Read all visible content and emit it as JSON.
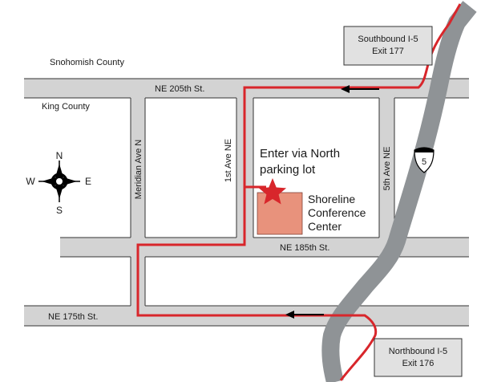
{
  "regions": {
    "north_county": "Snohomish County",
    "south_county": "King County"
  },
  "streets": {
    "ne_205th": "NE 205th St.",
    "ne_185th": "NE 185th St.",
    "ne_175th": "NE 175th St.",
    "meridian": "Meridian Ave N",
    "first_ave": "1st Ave NE",
    "fifth_ave": "5th Ave NE"
  },
  "freeway": {
    "shield_number": "5",
    "southbound": {
      "line1": "Southbound I-5",
      "line2": "Exit 177"
    },
    "northbound": {
      "line1": "Northbound I-5",
      "line2": "Exit 176"
    }
  },
  "destination": {
    "name_line1": "Shoreline",
    "name_line2": "Conference",
    "name_line3": "Center",
    "callout_line1": "Enter via North",
    "callout_line2": "parking lot"
  },
  "compass": {
    "north": "N",
    "south": "S",
    "east": "E",
    "west": "W"
  },
  "colors": {
    "route": "#d8262b",
    "road": "#d3d3d3",
    "road_edge": "#333333",
    "freeway": "#8f9396",
    "building": "#e8927c",
    "sign_box": "#e1e1e1"
  }
}
